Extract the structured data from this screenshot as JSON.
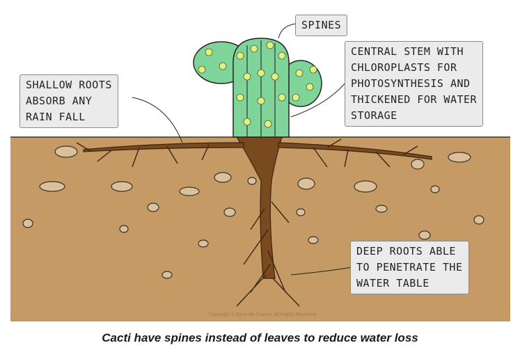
{
  "labels": {
    "spines": "SPINES",
    "central_stem": "CENTRAL STEM WITH\nCHLOROPLASTS FOR\nPHOTOSYNTHESIS AND\nTHICKENED FOR WATER\nSTORAGE",
    "shallow_roots": "SHALLOW ROOTS\nABSORB ANY\nRAIN FALL",
    "deep_roots": "DEEP ROOTS ABLE\nTO PENETRATE THE\nWATER TABLE"
  },
  "copyright": "Copyright © Save My Exams. All Rights Reserved",
  "caption": "Cacti have spines instead of leaves to reduce water loss",
  "colors": {
    "soil": "#c69a64",
    "cactus": "#7fd49a",
    "spine": "#dff57a",
    "root": "#7a4a1f"
  }
}
